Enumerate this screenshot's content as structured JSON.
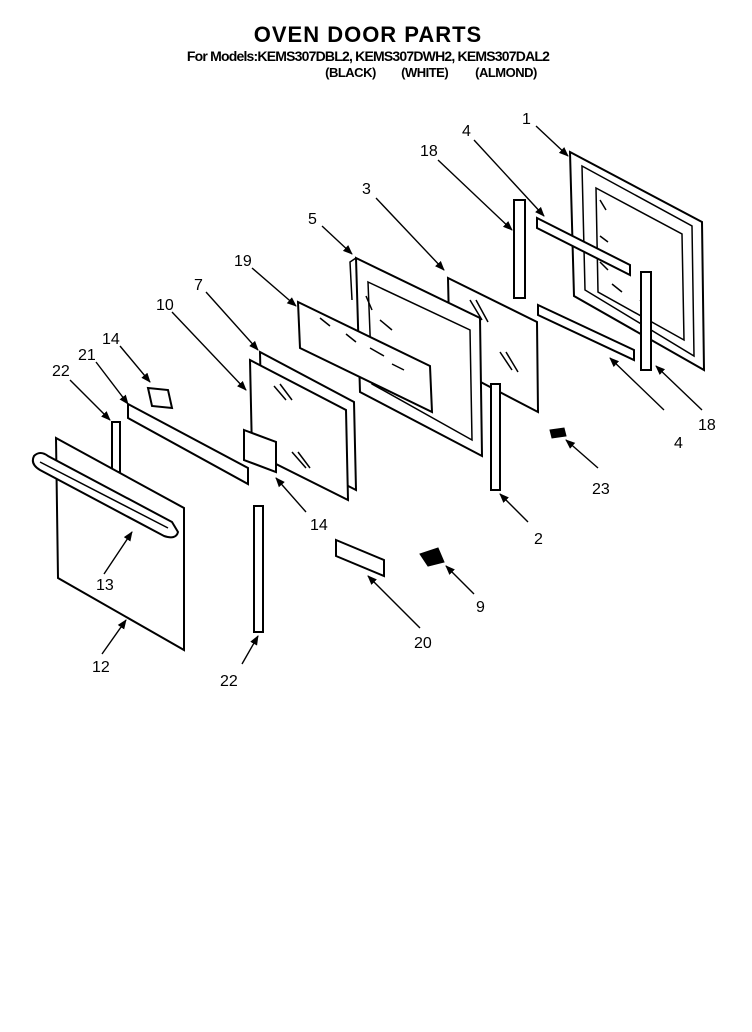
{
  "header": {
    "title": "OVEN DOOR PARTS",
    "models": "For Models:KEMS307DBL2, KEMS307DWH2, KEMS307DAL2",
    "color_black": "(BLACK)",
    "color_white": "(WHITE)",
    "color_almond": "(ALMOND)"
  },
  "callouts": {
    "c1": "1",
    "c2": "2",
    "c3": "3",
    "c4a": "4",
    "c4b": "4",
    "c5": "5",
    "c7": "7",
    "c9": "9",
    "c10": "10",
    "c12": "12",
    "c13": "13",
    "c14a": "14",
    "c14b": "14",
    "c18a": "18",
    "c18b": "18",
    "c19": "19",
    "c20": "20",
    "c21": "21",
    "c22a": "22",
    "c22b": "22",
    "c23": "23"
  }
}
